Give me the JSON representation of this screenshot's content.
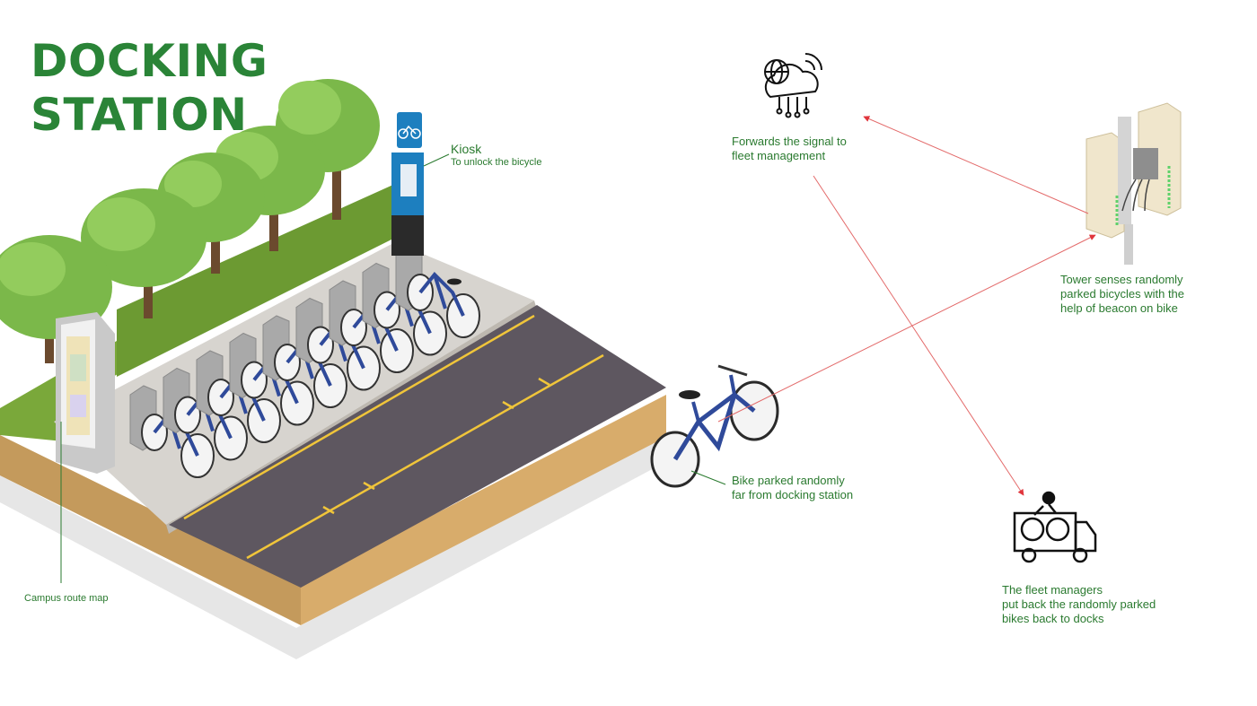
{
  "title": {
    "line1": "DOCKING",
    "line2": "STATION"
  },
  "labels": {
    "kiosk": {
      "heading": "Kiosk",
      "sub": "To unlock the bicycle"
    },
    "route_map": "Campus route map",
    "forward": {
      "line1": "Forwards the signal to",
      "line2": "fleet management"
    },
    "tower": {
      "line1": "Tower  senses randomly",
      "line2": "parked bicycles with the",
      "line3": "help of beacon on bike"
    },
    "bike": {
      "line1": "Bike parked randomly",
      "line2": "far from docking station"
    },
    "fleet": {
      "line1": "The fleet managers",
      "line2": "put back the randomly parked",
      "line3": "bikes back to docks"
    }
  },
  "icons": [
    "cloud-network-icon",
    "beacon-tower-icon",
    "delivery-van-icon",
    "bicycle-icon",
    "kiosk-icon",
    "route-map-board-icon"
  ],
  "colors": {
    "title": "#2a8437",
    "label": "#2a7a2f",
    "arrow": "#e36a6a",
    "bike_frame": "#2f4a9a",
    "road": "#5e5760",
    "grass": "#7aa83a"
  }
}
